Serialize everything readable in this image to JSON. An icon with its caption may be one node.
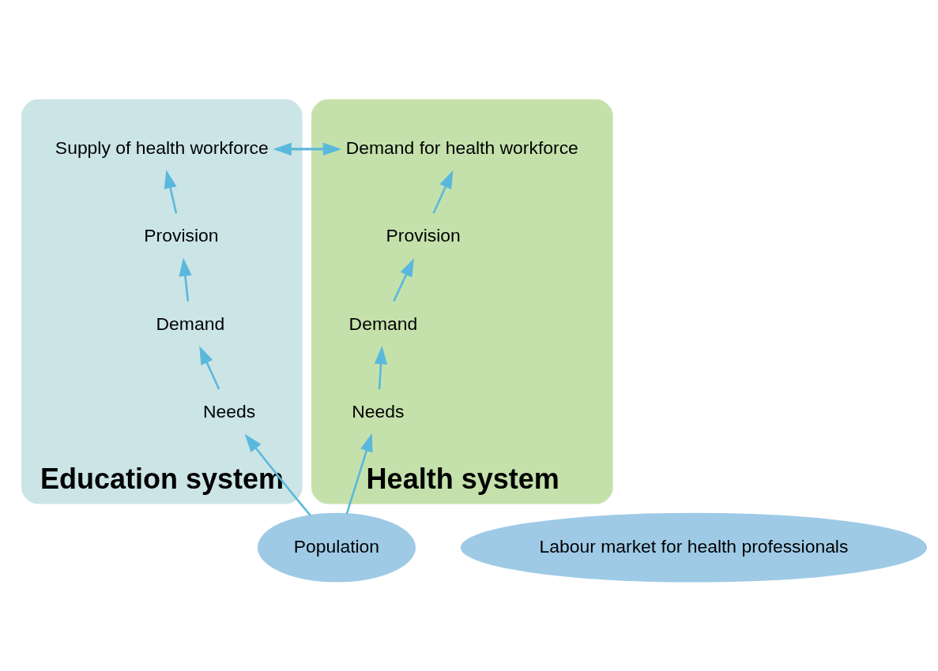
{
  "diagram": {
    "nodes": [
      {
        "text": [
          "Education system"
        ]
      },
      {
        "text": [
          "Supply of health workforce"
        ],
        "in": 0
      },
      {
        "text": [
          "Provision"
        ],
        "in": 0
      },
      {
        "text": [
          "Demand"
        ],
        "in": 0
      },
      {
        "text": [
          "Needs"
        ],
        "in": 0
      },
      {
        "text": [
          "Health system"
        ]
      },
      {
        "text": [
          "Demand for health workforce"
        ],
        "in": 5
      },
      {
        "text": [
          "Provision"
        ],
        "in": 5
      },
      {
        "text": [
          "Demand"
        ],
        "in": 5
      },
      {
        "text": [
          "Needs"
        ],
        "in": 5
      },
      {
        "text": [
          "Labour market for health professionals"
        ]
      },
      {
        "text": [
          "Population"
        ]
      }
    ],
    "edges": [
      {
        "from": 1,
        "to": 6,
        "arrow": "to"
      },
      {
        "from": 6,
        "to": 1,
        "arrow": "to"
      },
      {
        "from": 2,
        "to": 1,
        "arrow": "to"
      },
      {
        "from": 3,
        "to": 2,
        "arrow": "to"
      },
      {
        "from": 4,
        "to": 3,
        "arrow": "to"
      },
      {
        "from": 11,
        "to": 4,
        "arrow": "to"
      },
      {
        "from": 11,
        "to": 9,
        "arrow": "to"
      },
      {
        "from": 9,
        "to": 8,
        "arrow": "to"
      },
      {
        "from": 8,
        "to": 7,
        "arrow": "to"
      },
      {
        "from": 7,
        "to": 6,
        "arrow": "to"
      }
    ]
  }
}
